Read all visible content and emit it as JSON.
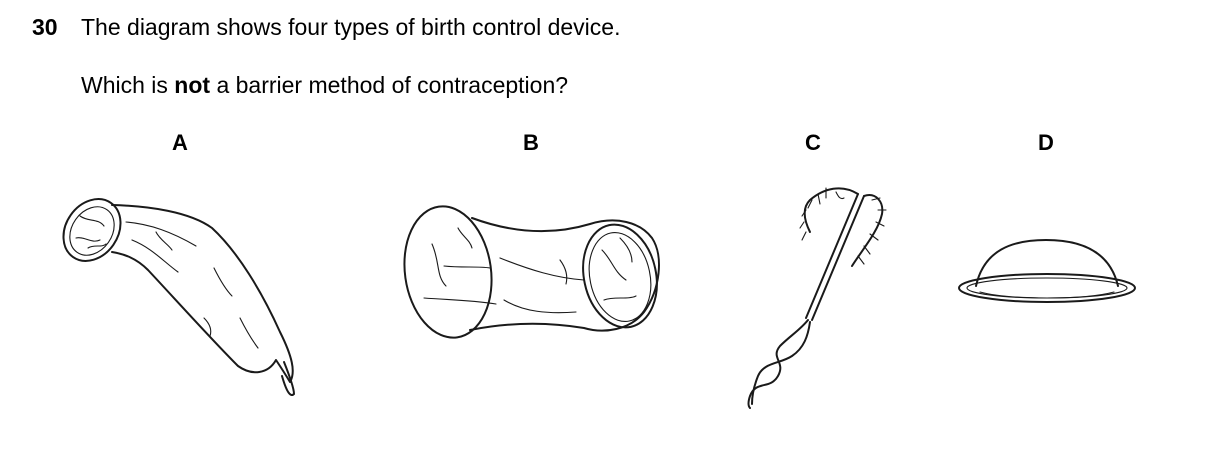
{
  "question": {
    "number": "30",
    "stem": "The diagram shows four types of birth control device.",
    "ask_before": "Which is ",
    "ask_emphasis": "not",
    "ask_after": " a barrier method of contraception?"
  },
  "options": [
    {
      "letter": "A",
      "depicts": "male-condom"
    },
    {
      "letter": "B",
      "depicts": "female-condom"
    },
    {
      "letter": "C",
      "depicts": "intrauterine-device"
    },
    {
      "letter": "D",
      "depicts": "diaphragm"
    }
  ]
}
